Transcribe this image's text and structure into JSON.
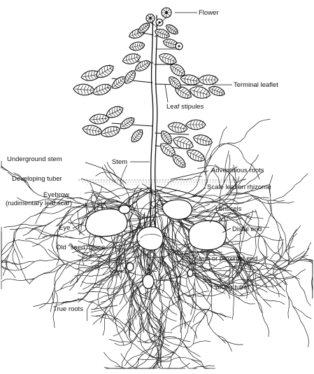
{
  "labels": {
    "flower": "Flower",
    "terminal_leaflet": "Terminal leaflet",
    "leaf_stipules": "Leaf stipules",
    "underground_stem": "Underground stem",
    "stem": "Stem",
    "adventitious_roots": "Adventitious roots",
    "developing_tuber": "Developing tuber",
    "scale_leaf": "Scale leaf on rhizome",
    "eyebrow_line1": "Eyebrow",
    "eyebrow_line2": "(rudimentary leaf scar)",
    "lenticels": "Lenticels",
    "eye": "Eye",
    "distal_end": "Distal end",
    "old_seed_piece": "Old \"seed\" piece",
    "stem_proximal_end": "Stem or proximal end",
    "young_tuber": "Young tuber",
    "true_roots": "True roots"
  }
}
